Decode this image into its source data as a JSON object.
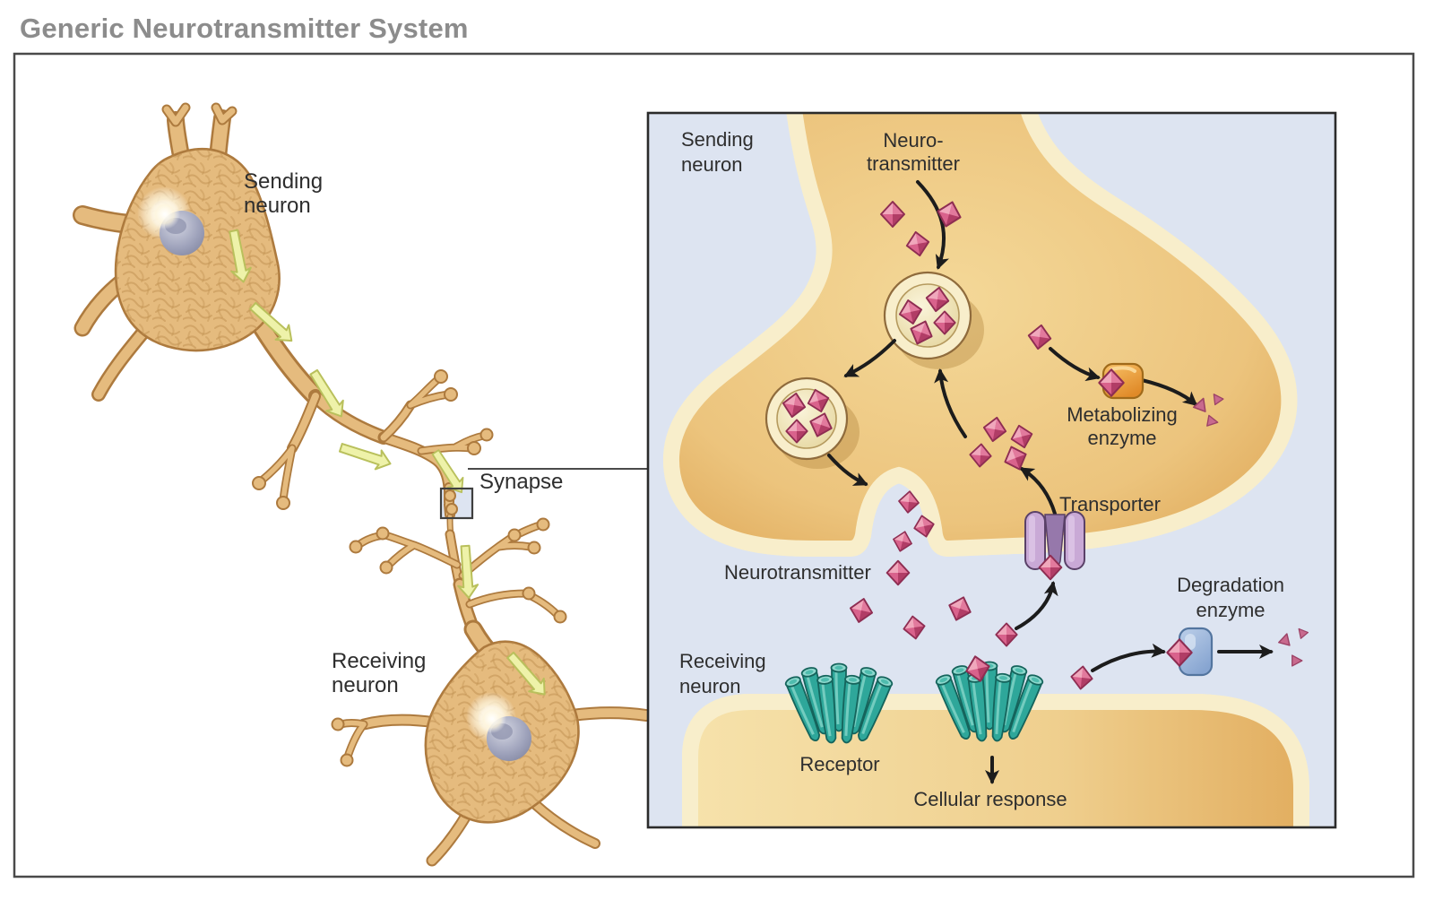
{
  "title": "Generic Neurotransmitter System",
  "overview": {
    "sending_neuron": [
      "Sending",
      "neuron"
    ],
    "receiving_neuron": [
      "Receiving",
      "neuron"
    ],
    "synapse_label": "Synapse"
  },
  "inset": {
    "sending_neuron": [
      "Sending",
      "neuron"
    ],
    "neurotransmitter_top": [
      "Neuro-",
      "transmitter"
    ],
    "metabolizing_enzyme": [
      "Metabolizing",
      "enzyme"
    ],
    "transporter": "Transporter",
    "neurotransmitter": "Neurotransmitter",
    "degradation_enzyme": [
      "Degradation",
      "enzyme"
    ],
    "receiving_neuron": [
      "Receiving",
      "neuron"
    ],
    "receptor": "Receptor",
    "cellular_response": "Cellular response"
  },
  "icons": {
    "neurotransmitter_molecule": "pink-diamond-icon",
    "degraded_fragment": "pink-triangle-icon",
    "vesicle": "vesicle-circle-icon",
    "transporter": "purple-channel-icon",
    "receptor": "teal-cylinder-cluster-icon",
    "metabolizing_enzyme": "orange-enzyme-icon",
    "degradation_enzyme": "blue-enzyme-icon",
    "signal_arrow": "yellow-arrow-icon",
    "process_arrow": "black-curved-arrow-icon"
  },
  "colors": {
    "title_gray": "#8c8c8c",
    "panel_bg": "#dde4f1",
    "neuron_gold": "#e5bb7e",
    "gold_deep": "#e2ad5e",
    "membrane_cream": "#f8eecb",
    "outline_brown": "#8f6b3c",
    "diamond_pink": "#d9628c",
    "transporter_purple": "#c9a9d6",
    "enzyme_orange": "#ef9f3c",
    "enzyme_blue": "#9cb7de",
    "receptor_teal": "#2ea79a",
    "arrow_yellow": "#eef2a9",
    "nucleus_gray": "#9599b4",
    "text_dark": "#2e2e2e",
    "black_arrow": "#1c1c1c"
  }
}
